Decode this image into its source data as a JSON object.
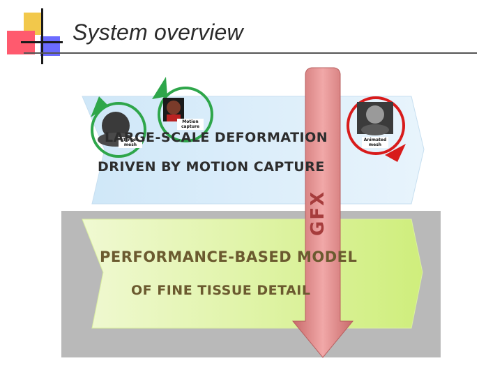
{
  "slide": {
    "title": "System overview"
  },
  "diagram": {
    "top_band": {
      "line1": "Large-scale deformation",
      "line2": "driven by Motion Capture"
    },
    "bottom_band": {
      "line1": "Performance-based model",
      "line2": "of fine tissue detail"
    },
    "vertical_arrow_label": "GFX",
    "thumbnails": [
      {
        "label": "Target mesh"
      },
      {
        "label": "Motion capture"
      },
      {
        "label": "Animated mesh"
      }
    ],
    "colors": {
      "top_band": "#d6ecfb",
      "bottom_band": "#e6f7b6",
      "background_panel": "#b9b9b9",
      "arrow": "#d98080",
      "green_ring": "#2ea64a",
      "red_ring": "#d81b1b"
    }
  }
}
